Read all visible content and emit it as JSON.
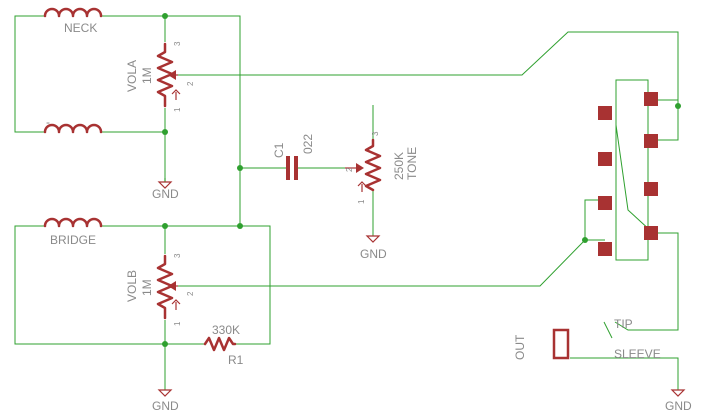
{
  "labels": {
    "neck": "NECK",
    "bridge": "BRIDGE",
    "neck_dash": "-",
    "vola_name": "VOLA",
    "vola_value": "1M",
    "volb_name": "VOLB",
    "volb_value": "1M",
    "c1_name": "C1",
    "c1_value": "022",
    "tone_value": "250K",
    "tone_name": "TONE",
    "r1_value": "330K",
    "r1_name": "R1",
    "out": "OUT",
    "tip": "TIP",
    "sleeve": "SLEEVE",
    "gnd": "GND"
  },
  "pins": {
    "p1": "1",
    "p2": "2",
    "p3": "3"
  },
  "colors": {
    "wire": "#2fa02f",
    "component": "#a83232",
    "text": "#8a8a8a"
  }
}
